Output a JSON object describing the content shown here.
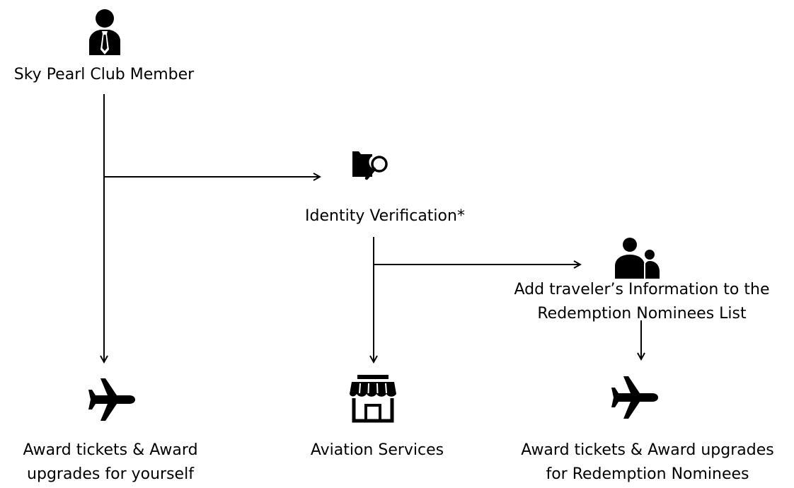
{
  "colors": {
    "ink": "#000000",
    "background": "#ffffff"
  },
  "nodes": {
    "member": {
      "icon": "person-with-tie-icon",
      "label": "Sky Pearl Club Member"
    },
    "verification": {
      "icon": "folder-search-icon",
      "label": "Identity Verification*"
    },
    "add_traveler": {
      "icon": "adult-child-people-icon",
      "line1": "Add traveler’s Information to the",
      "line2": "Redemption Nominees List"
    },
    "award_self": {
      "icon": "airplane-icon",
      "line1": "Award tickets & Award",
      "line2": "upgrades for yourself"
    },
    "aviation": {
      "icon": "shop-storefront-icon",
      "label": "Aviation Services"
    },
    "award_nominees": {
      "icon": "airplane-icon",
      "line1": "Award tickets & Award upgrades",
      "line2": "for Redemption Nominees"
    }
  }
}
